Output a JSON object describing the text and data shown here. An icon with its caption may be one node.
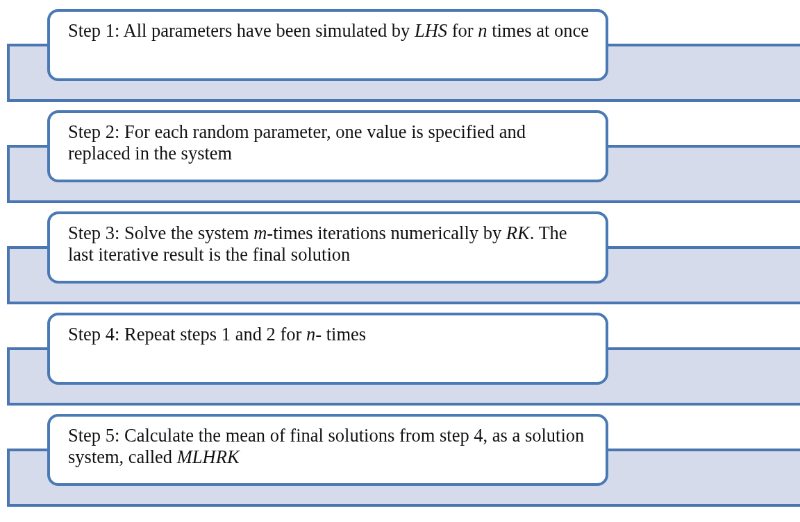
{
  "diagram": {
    "nodes": [
      {
        "text": [],
        "shape": "bar"
      },
      {
        "text": [
          "Step 1: All parameters have been simulated by *LHS* for *n* times at once"
        ]
      },
      {
        "text": [],
        "shape": "bar"
      },
      {
        "text": [
          "Step 2: For each random parameter, one value is specified and replaced in the system"
        ]
      },
      {
        "text": [],
        "shape": "bar"
      },
      {
        "text": [
          "Step 3: Solve the system *m*-times iterations numerically by *RK*. The last iterative result is the final solution"
        ]
      },
      {
        "text": [],
        "shape": "bar"
      },
      {
        "text": [
          "Step 4: Repeat steps 1 and 2 for *n*- times"
        ]
      },
      {
        "text": [],
        "shape": "bar"
      },
      {
        "text": [
          "Step 5: Calculate the mean of final solutions from step 4, as a solution system, called *MLHRK*"
        ]
      }
    ]
  }
}
